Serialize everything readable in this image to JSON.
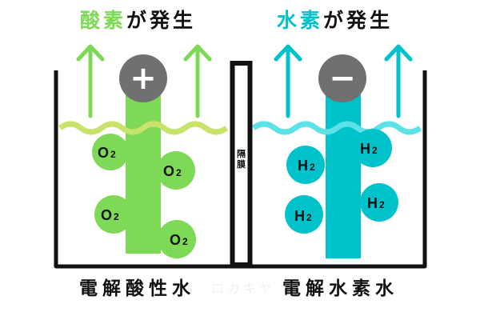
{
  "titles": {
    "left": {
      "gas": "酸素",
      "rest": "が発生"
    },
    "right": {
      "gas": "水素",
      "rest": "が発生"
    }
  },
  "electrodes": {
    "anode_sign": "+",
    "cathode_sign": "−"
  },
  "membrane_label": [
    "隔",
    "膜"
  ],
  "molecules": {
    "left": {
      "symbol": "O",
      "subscript": "2",
      "count": 4
    },
    "right": {
      "symbol": "H",
      "subscript": "2",
      "count": 4
    }
  },
  "bottom_labels": {
    "left": "電解酸性水",
    "right": "電解水素水"
  },
  "watermark": "ロカキヤ",
  "colors": {
    "green": "#7ed957",
    "light_green": "#c8e36a",
    "cyan": "#00c2cb",
    "light_cyan": "#5ce1e6",
    "gray": "#707070",
    "black": "#111111"
  }
}
